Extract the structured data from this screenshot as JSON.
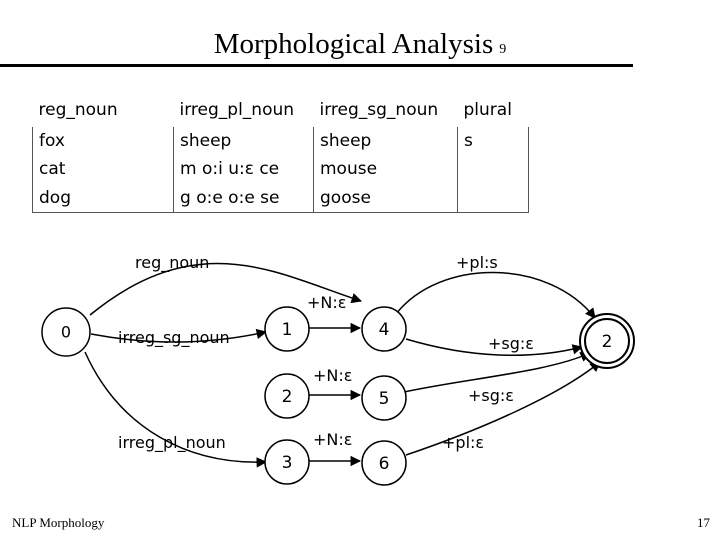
{
  "title": "Morphological Analysis",
  "title_number": "9",
  "lexicon": {
    "headers": [
      "reg_noun",
      "irreg_pl_noun",
      "irreg_sg_noun",
      "plural"
    ],
    "columns": [
      [
        "fox",
        "cat",
        "dog"
      ],
      [
        "sheep",
        "m o:i u:ε ce",
        "g o:e o:e se"
      ],
      [
        "sheep",
        "mouse",
        "goose"
      ],
      [
        "s"
      ]
    ]
  },
  "fsa": {
    "states": [
      {
        "id": "0",
        "final": false
      },
      {
        "id": "1",
        "final": false
      },
      {
        "id": "2",
        "final": false
      },
      {
        "id": "3",
        "final": false
      },
      {
        "id": "4",
        "final": false
      },
      {
        "id": "5",
        "final": false
      },
      {
        "id": "6",
        "final": false
      },
      {
        "id": "final",
        "label": "2",
        "final": true
      }
    ],
    "transitions": [
      {
        "from": "0",
        "to": "4",
        "label": "reg_noun"
      },
      {
        "from": "0",
        "to": "1",
        "label": "irreg_sg_noun"
      },
      {
        "from": "0",
        "to": "3",
        "label": "irreg_pl_noun"
      },
      {
        "from": "1",
        "to": "4",
        "label": "+N:ε"
      },
      {
        "from": "2",
        "to": "5",
        "label": "+N:ε"
      },
      {
        "from": "3",
        "to": "6",
        "label": "+N:ε"
      },
      {
        "from": "4",
        "to": "final",
        "label": "+pl:s"
      },
      {
        "from": "4",
        "to": "final",
        "label": "+sg:ε"
      },
      {
        "from": "5",
        "to": "final",
        "label": "+sg:ε"
      },
      {
        "from": "6",
        "to": "final",
        "label": "+pl:ε"
      }
    ]
  },
  "footer": {
    "left": "NLP Morphology",
    "page": "17"
  }
}
